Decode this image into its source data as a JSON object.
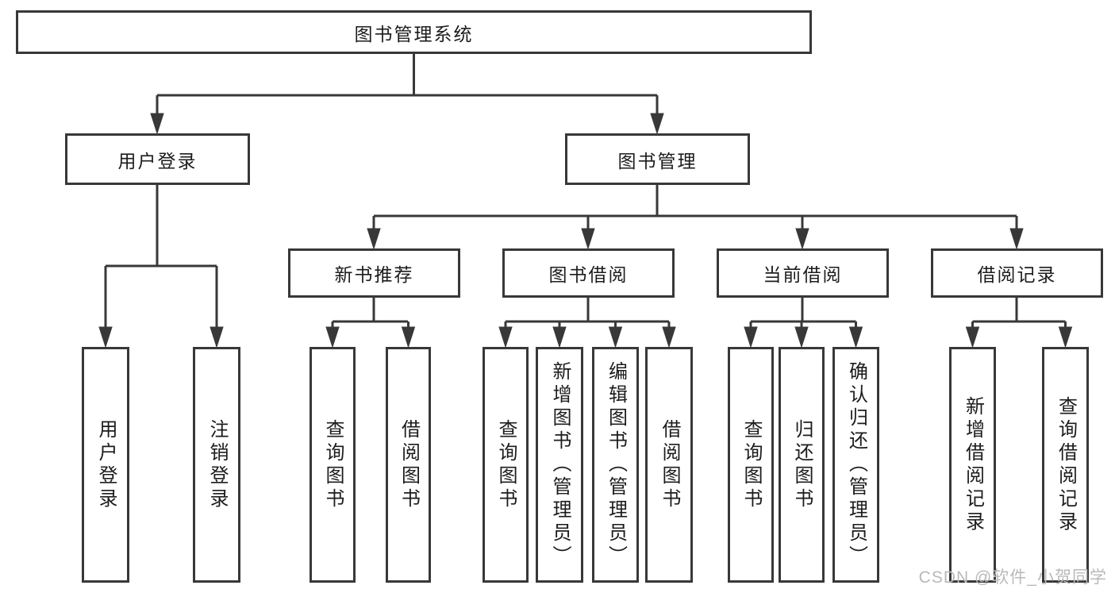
{
  "diagram": {
    "root_label": "图书管理系统",
    "branches": {
      "user": {
        "label": "用户登录",
        "leaves": [
          "用户登录",
          "注销登录"
        ]
      },
      "book": {
        "label": "图书管理",
        "groups": [
          {
            "label": "新书推荐",
            "leaves": [
              "查询图书",
              "借阅图书"
            ]
          },
          {
            "label": "图书借阅",
            "leaves": [
              "查询图书",
              "新增图书（管理员）",
              "编辑图书（管理员）",
              "借阅图书"
            ]
          },
          {
            "label": "当前借阅",
            "leaves": [
              "查询图书",
              "归还图书",
              "确认归还（管理员）"
            ]
          },
          {
            "label": "借阅记录",
            "leaves": [
              "新增借阅记录",
              "查询借阅记录"
            ]
          }
        ]
      }
    },
    "colors": {
      "line": "#383838",
      "text": "#1c1c1c",
      "box_background": "#ffffff",
      "watermark": "#b9b9b9"
    },
    "watermark": "CSDN @软件_小贺同学"
  }
}
